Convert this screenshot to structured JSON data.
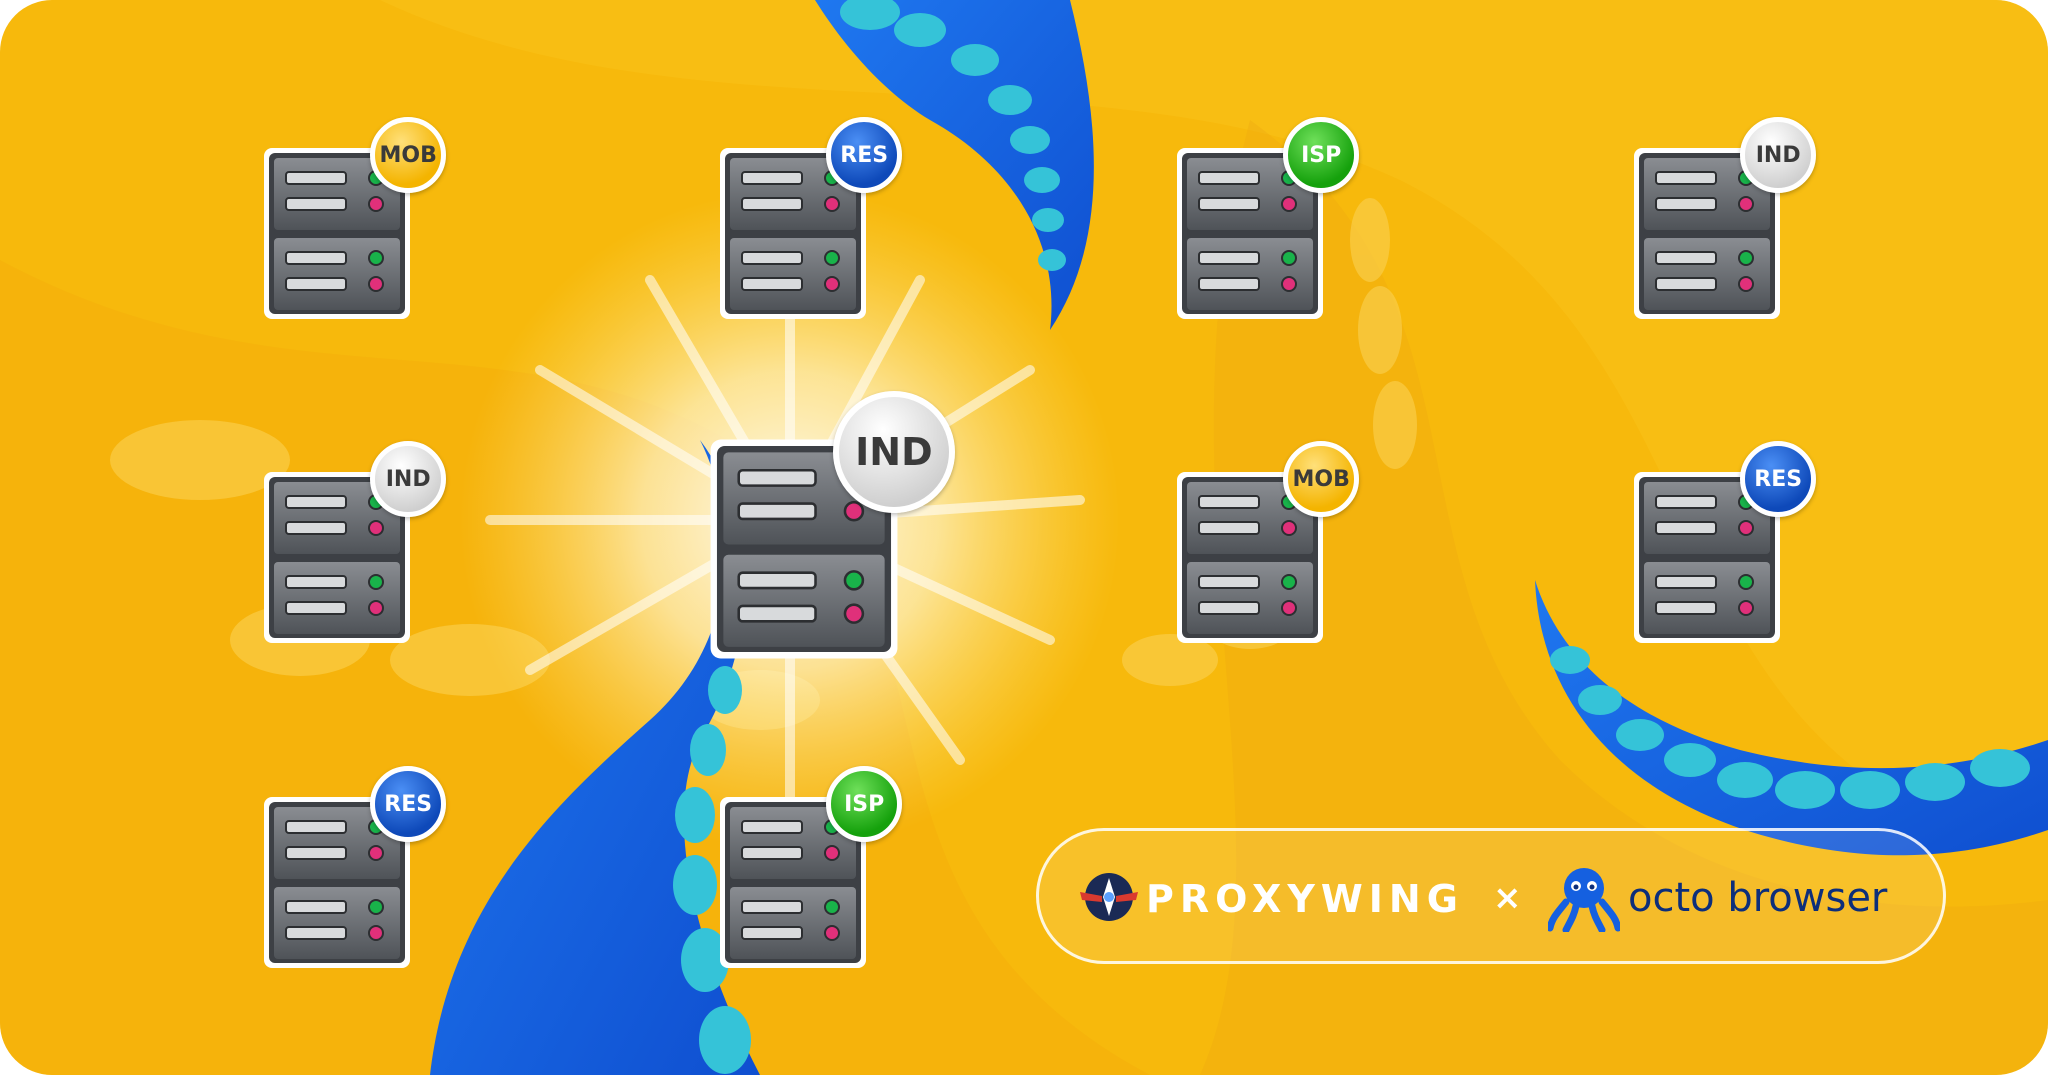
{
  "servers": [
    {
      "badge": "MOB",
      "type": "mob"
    },
    {
      "badge": "RES",
      "type": "res"
    },
    {
      "badge": "ISP",
      "type": "isp"
    },
    {
      "badge": "IND",
      "type": "ind"
    },
    {
      "badge": "IND",
      "type": "ind"
    },
    {
      "badge": "IND",
      "type": "ind"
    },
    {
      "badge": "MOB",
      "type": "mob"
    },
    {
      "badge": "RES",
      "type": "res"
    },
    {
      "badge": "RES",
      "type": "res"
    },
    {
      "badge": "ISP",
      "type": "isp"
    }
  ],
  "partners": {
    "left_brand": "PROXYWING",
    "separator": "×",
    "right_brand": "octo browser"
  },
  "colors": {
    "background": "#f7b90c",
    "tentacle": "#1560e0",
    "sucker": "#35c3d8",
    "octo_text": "#0d2e7a"
  },
  "icons": [
    "proxywing-logo-icon",
    "octo-browser-logo-icon",
    "server-icon"
  ]
}
